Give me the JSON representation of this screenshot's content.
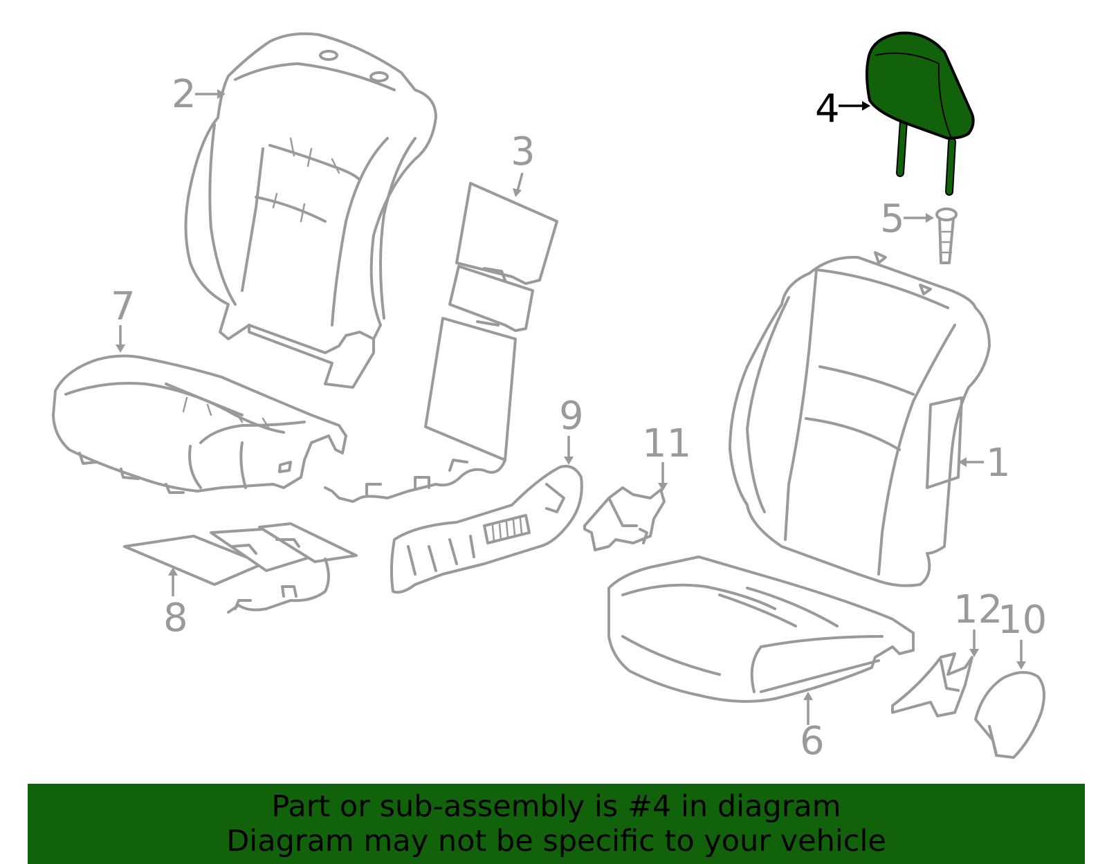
{
  "diagram": {
    "callouts": [
      {
        "id": "1",
        "label": "1"
      },
      {
        "id": "2",
        "label": "2"
      },
      {
        "id": "3",
        "label": "3"
      },
      {
        "id": "4",
        "label": "4",
        "highlighted": true
      },
      {
        "id": "5",
        "label": "5"
      },
      {
        "id": "6",
        "label": "6"
      },
      {
        "id": "7",
        "label": "7"
      },
      {
        "id": "8",
        "label": "8"
      },
      {
        "id": "9",
        "label": "9"
      },
      {
        "id": "10",
        "label": "10"
      },
      {
        "id": "11",
        "label": "11"
      },
      {
        "id": "12",
        "label": "12"
      }
    ],
    "highlight_color": "#11620a",
    "outline_color": "#9a9a9a"
  },
  "banner": {
    "line1": "Part or sub-assembly is #4 in diagram",
    "line2": "Diagram may not be specific to your vehicle",
    "background": "#11620a"
  }
}
